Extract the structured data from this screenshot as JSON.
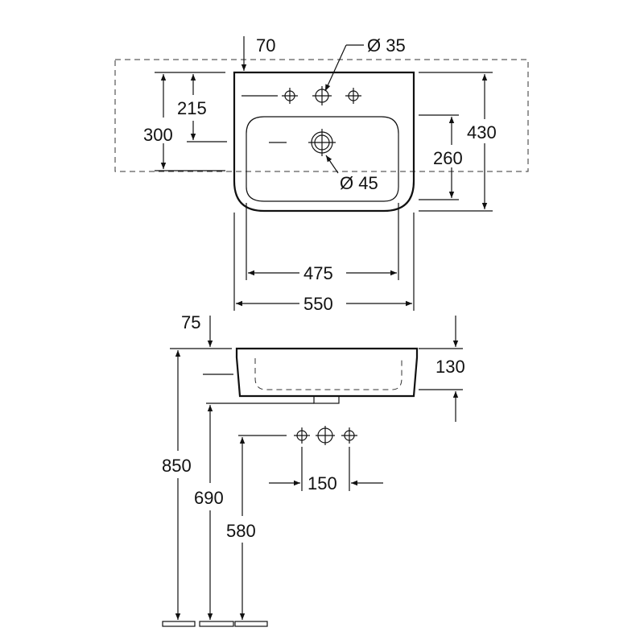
{
  "colors": {
    "line": "#111111",
    "background": "#ffffff"
  },
  "top_view": {
    "width_outer": "550",
    "width_inner": "475",
    "depth_total": "430",
    "bowl_depth": "260",
    "to_tap_holes": "215",
    "wall_fixing": "300",
    "edge_offset": "70",
    "tap_hole": "Ø 35",
    "drain_hole": "Ø 45"
  },
  "side_view": {
    "rim_offset": "75",
    "basin_height": "130",
    "tap_spacing": "150",
    "height_rim": "850",
    "height_drain": "690",
    "height_supply": "580"
  }
}
